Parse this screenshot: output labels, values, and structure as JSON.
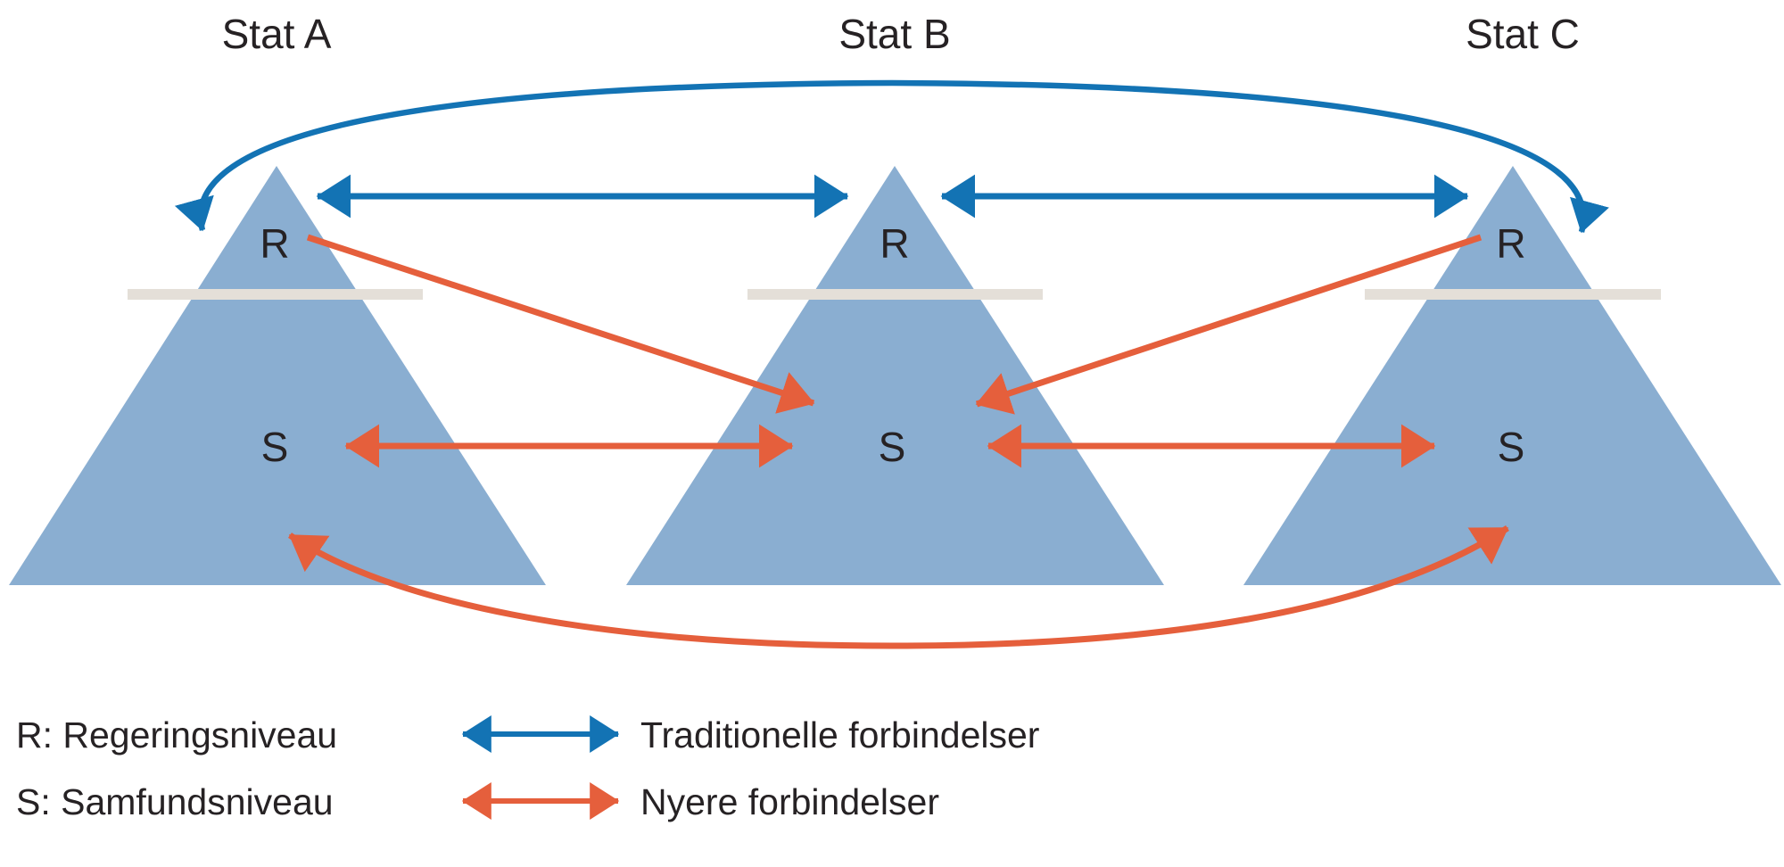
{
  "diagram": {
    "states": [
      {
        "title": "Stat A",
        "r": "R",
        "s": "S"
      },
      {
        "title": "Stat B",
        "r": "R",
        "s": "S"
      },
      {
        "title": "Stat C",
        "r": "R",
        "s": "S"
      }
    ],
    "legend": {
      "r_definition": "R: Regeringsniveau",
      "s_definition": "S: Samfundsniveau",
      "traditional_label": "Traditionelle forbindelser",
      "newer_label": "Nyere forbindelser"
    },
    "colors": {
      "triangle_fill": "#8AAED1",
      "traditional": "#1373B4",
      "newer": "#E55F3C",
      "divider": "#E4DFD8",
      "text": "#262224",
      "background": "#FFFFFF"
    },
    "connections": {
      "traditional": [
        {
          "from": "Stat A (R)",
          "to": "Stat B (R)",
          "style": "double-arrow"
        },
        {
          "from": "Stat B (R)",
          "to": "Stat C (R)",
          "style": "double-arrow"
        },
        {
          "from": "Stat A (R)",
          "to": "Stat C (R)",
          "style": "double-arrow-arc"
        }
      ],
      "newer": [
        {
          "from": "Stat A (S)",
          "to": "Stat B (S)",
          "style": "double-arrow"
        },
        {
          "from": "Stat B (S)",
          "to": "Stat C (S)",
          "style": "double-arrow"
        },
        {
          "from": "Stat A (R)",
          "to": "Stat B (S)",
          "style": "single-arrow"
        },
        {
          "from": "Stat C (R)",
          "to": "Stat B (S)",
          "style": "single-arrow"
        },
        {
          "from": "Stat A (S)",
          "to": "Stat C (S)",
          "style": "double-arrow-arc"
        }
      ]
    }
  }
}
